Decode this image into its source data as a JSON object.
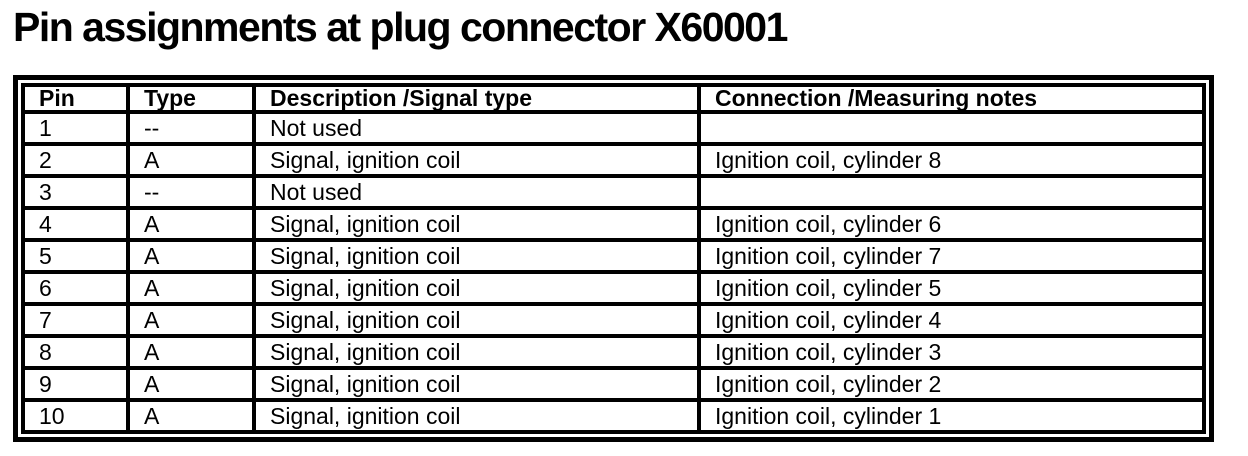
{
  "title": "Pin assignments at plug connector X60001",
  "colors": {
    "text": "#000000",
    "border": "#000000",
    "background": "#ffffff"
  },
  "table": {
    "columns": [
      "Pin",
      "Type",
      "Description /Signal type",
      "Connection /Measuring notes"
    ],
    "rows": [
      {
        "pin": "1",
        "type": "--",
        "description": "Not used",
        "connection": ""
      },
      {
        "pin": "2",
        "type": "A",
        "description": "Signal, ignition coil",
        "connection": "Ignition coil, cylinder 8"
      },
      {
        "pin": "3",
        "type": "--",
        "description": "Not used",
        "connection": ""
      },
      {
        "pin": "4",
        "type": "A",
        "description": "Signal, ignition coil",
        "connection": "Ignition coil, cylinder 6"
      },
      {
        "pin": "5",
        "type": "A",
        "description": "Signal, ignition coil",
        "connection": "Ignition coil, cylinder 7"
      },
      {
        "pin": "6",
        "type": "A",
        "description": "Signal, ignition coil",
        "connection": "Ignition coil, cylinder 5"
      },
      {
        "pin": "7",
        "type": "A",
        "description": "Signal, ignition coil",
        "connection": "Ignition coil, cylinder 4"
      },
      {
        "pin": "8",
        "type": "A",
        "description": "Signal, ignition coil",
        "connection": "Ignition coil, cylinder 3"
      },
      {
        "pin": "9",
        "type": "A",
        "description": "Signal, ignition coil",
        "connection": "Ignition coil, cylinder 2"
      },
      {
        "pin": "10",
        "type": "A",
        "description": "Signal, ignition coil",
        "connection": "Ignition coil, cylinder 1"
      }
    ]
  }
}
